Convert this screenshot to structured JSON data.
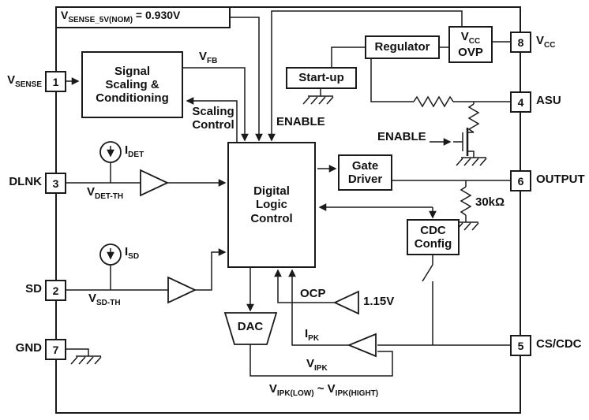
{
  "annotation": {
    "base": "V",
    "sub": "SENSE_5V(NOM)",
    "suffix": " = 0.930V"
  },
  "pins": {
    "left": [
      {
        "num": "1",
        "base": "V",
        "sub": "SENSE"
      },
      {
        "num": "3",
        "base": "DLNK"
      },
      {
        "num": "2",
        "base": "SD"
      },
      {
        "num": "7",
        "base": "GND"
      }
    ],
    "right": [
      {
        "num": "8",
        "base": "V",
        "sub": "CC"
      },
      {
        "num": "4",
        "base": "ASU"
      },
      {
        "num": "6",
        "base": "OUTPUT"
      },
      {
        "num": "5",
        "base": "CS/CDC"
      }
    ]
  },
  "blocks": {
    "signal_scaling": "Signal\nScaling &\nConditioning",
    "startup": "Start-up",
    "regulator": "Regulator",
    "vcc_ovp": {
      "base": "V",
      "sub": "CC",
      "line2": "OVP"
    },
    "digital_logic": "Digital\nLogic\nControl",
    "gate_driver": "Gate\nDriver",
    "cdc_config": "CDC\nConfig",
    "dac": "DAC"
  },
  "labels": {
    "vfb": {
      "base": "V",
      "sub": "FB"
    },
    "scaling_control": "Scaling\nControl",
    "enable_top": "ENABLE",
    "enable_fet": "ENABLE",
    "idet": {
      "base": "I",
      "sub": "DET"
    },
    "vdet_th": {
      "base": "V",
      "sub": "DET-TH"
    },
    "isd": {
      "base": "I",
      "sub": "SD"
    },
    "vsd_th": {
      "base": "V",
      "sub": "SD-TH"
    },
    "ocp": "OCP",
    "vref": "1.15V",
    "ipk": {
      "base": "I",
      "sub": "PK"
    },
    "vipk": {
      "base": "V",
      "sub": "IPK"
    },
    "vipk_range": {
      "b1": "V",
      "s1": "IPK(LOW)",
      "mid": " ~ ",
      "b2": "V",
      "s2": "IPK(HIGHT)"
    },
    "r30k": "30kΩ"
  }
}
